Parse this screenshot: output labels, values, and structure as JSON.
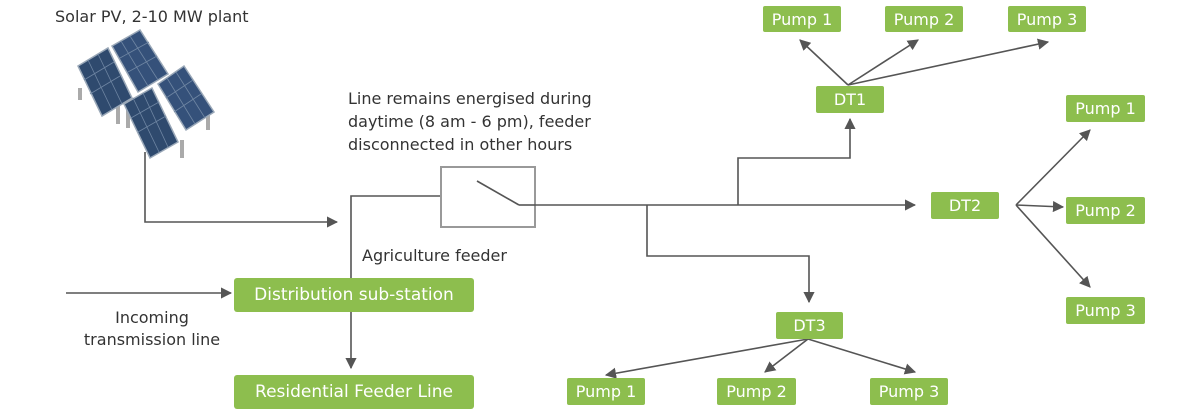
{
  "labels": {
    "solar": "Solar PV, 2-10 MW plant",
    "note_line1": "Line remains energised during",
    "note_line2": "daytime (8 am - 6 pm), feeder",
    "note_line3": "disconnected in other hours",
    "agri_feeder": "Agriculture feeder",
    "incoming_line1": "Incoming",
    "incoming_line2": "transmission line"
  },
  "boxes": {
    "substation": "Distribution sub-station",
    "residential": "Residential Feeder Line",
    "dt1": "DT1",
    "dt2": "DT2",
    "dt3": "DT3",
    "dt1_pumps": [
      "Pump 1",
      "Pump 2",
      "Pump 3"
    ],
    "dt2_pumps": [
      "Pump 1",
      "Pump 2",
      "Pump 3"
    ],
    "dt3_pumps": [
      "Pump 1",
      "Pump 2",
      "Pump 3"
    ]
  },
  "colors": {
    "box_fill": "#8DBE4E",
    "line": "#555555",
    "switch_box": "#999999"
  }
}
